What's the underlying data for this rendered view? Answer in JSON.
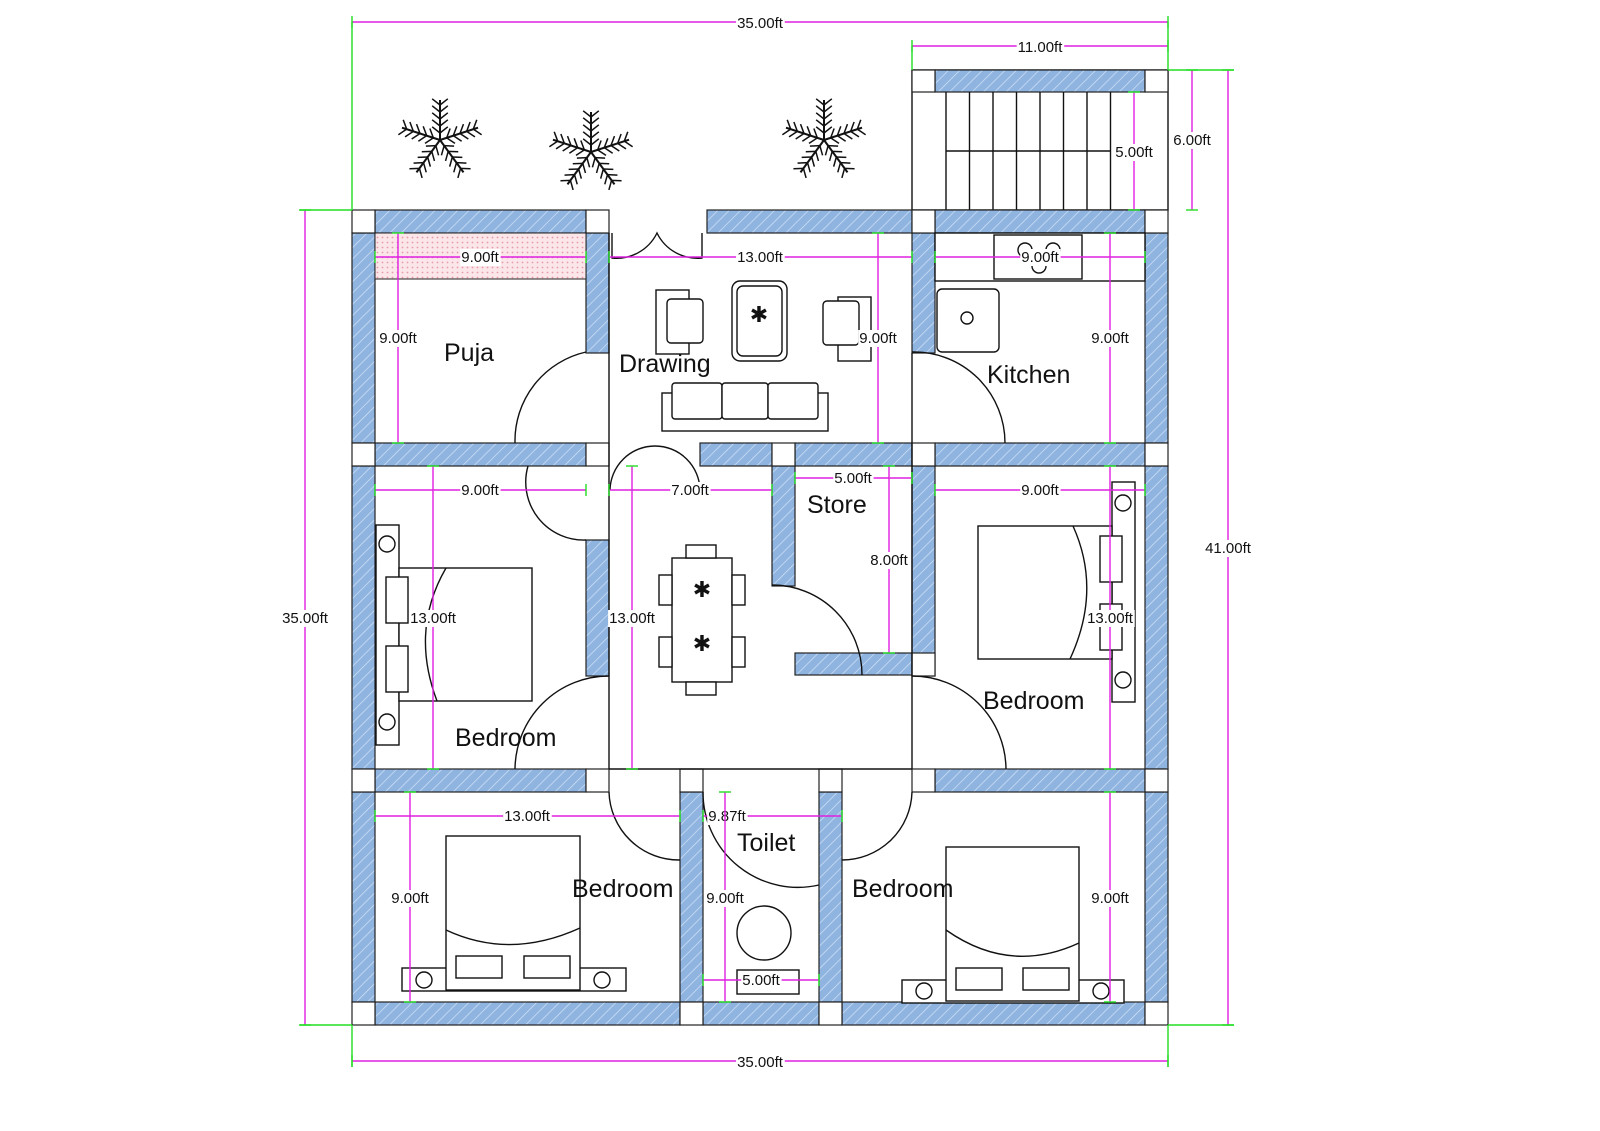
{
  "title": "House Floor Plan",
  "rooms": {
    "puja": "Puja",
    "drawing": "Drawing",
    "kitchen": "Kitchen",
    "store": "Store",
    "bedroom_mid_left": "Bedroom",
    "bedroom_mid_right": "Bedroom",
    "bedroom_bottom_left": "Bedroom",
    "bedroom_bottom_right": "Bedroom",
    "toilet": "Toilet"
  },
  "dimensions": {
    "overall_top": "35.00ft",
    "overall_bottom": "35.00ft",
    "overall_left": "35.00ft",
    "overall_right": "41.00ft",
    "stair_width": "11.00ft",
    "stair_depth": "6.00ft",
    "stair_inner": "5.00ft",
    "puja_width": "9.00ft",
    "puja_height": "9.00ft",
    "drawing_width": "13.00ft",
    "drawing_height": "9.00ft",
    "kitchen_width": "9.00ft",
    "kitchen_height": "9.00ft",
    "bed_ml_width": "9.00ft",
    "bed_ml_height": "13.00ft",
    "dining_width": "7.00ft",
    "dining_height": "13.00ft",
    "store_width": "5.00ft",
    "store_height": "8.00ft",
    "bed_mr_width": "9.00ft",
    "bed_mr_height": "13.00ft",
    "bed_bl_width": "13.00ft",
    "bed_bl_height": "9.00ft",
    "toilet_top": "9.87ft",
    "toilet_height": "9.00ft",
    "toilet_width": "5.00ft",
    "bed_br_height": "9.00ft"
  },
  "colors": {
    "wall": "#8fb4e0",
    "dimension": "#e020e0",
    "extension": "#22dd22",
    "puja_shelf": "#f6d6dc"
  }
}
